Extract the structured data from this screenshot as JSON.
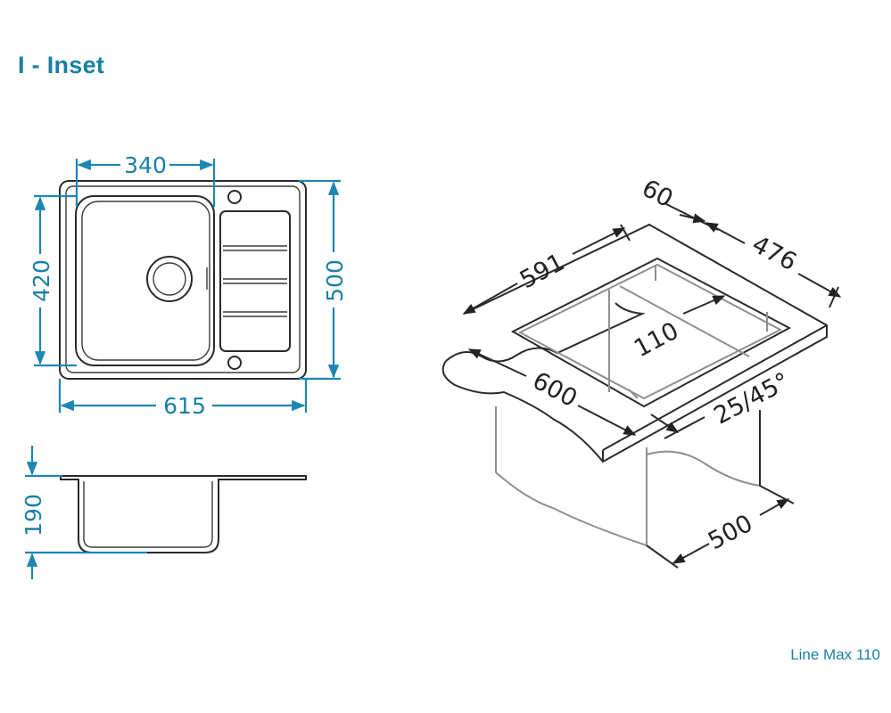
{
  "title": "I - Inset",
  "caption": "Line Max 110",
  "colors": {
    "accent": "#1a7fa6",
    "line": "#2a2a2a"
  },
  "dimensions": {
    "top_width": "340",
    "left_height": "420",
    "right_height": "500",
    "bottom_width": "615",
    "side_depth": "190",
    "iso_60": "60",
    "iso_476": "476",
    "iso_591": "591",
    "iso_110": "110",
    "iso_600": "600",
    "iso_angle": "25/45°",
    "iso_500": "500"
  }
}
